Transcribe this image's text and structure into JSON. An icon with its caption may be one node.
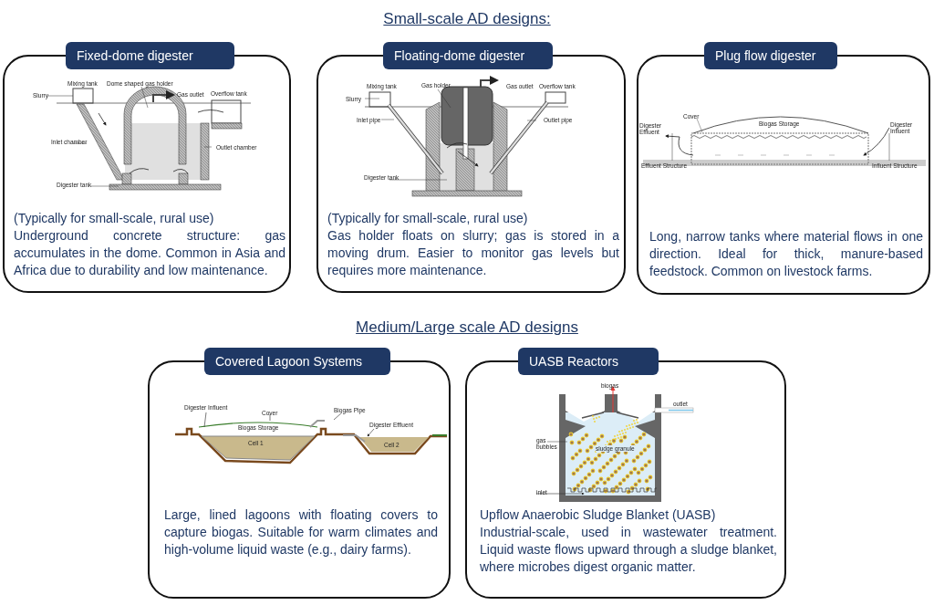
{
  "diagram": {
    "nodes": [
      {
        "text": [
          "Fixed-dome digester",
          "(Typically for small-scale, rural use)",
          "Underground concrete structure: gas accumulates in the dome. Common in Asia and Africa due to durability and low maintenance."
        ]
      },
      {
        "text": [
          "Floating-dome digester",
          "(Typically for small-scale, rural use)",
          "Gas holder floats on slurry; gas is stored in a moving drum. Easier to monitor gas levels but requires more maintenance."
        ]
      },
      {
        "text": [
          "Plug flow digester",
          "Long, narrow tanks where material flows in one direction. Ideal for thick, manure-based feedstock. Common on livestock farms."
        ]
      },
      {
        "text": [
          "Covered Lagoon Systems",
          "Large, lined lagoons with floating covers to capture biogas. Suitable for warm climates and high-volume liquid waste (e.g., dairy farms)."
        ]
      },
      {
        "text": [
          "UASB Reactors",
          "Upflow Anaerobic Sludge Blanket (UASB)",
          "Industrial-scale, used in wastewater treatment. Liquid waste flows upward through a sludge blanket, where microbes digest organic matter."
        ]
      }
    ],
    "labels": [
      "Small-scale AD designs:",
      "Mixing tank",
      "Dome shaped gas holder",
      "Slurry",
      "Gas outlet",
      "Overflow tank",
      "Inlet chamber",
      "Outlet chamber",
      "Digester tank",
      "Mixing tank",
      "Gas holder",
      "Gas outlet",
      "Overflow tank",
      "Slurry",
      "Inlet pipe",
      "Outlet pipe",
      "Digester tank",
      "Cover",
      "Biogas Storage",
      "Digester Effluent",
      "Digester Influent",
      "Effluent Structure",
      "Influent Structure",
      "Medium/Large scale AD designs",
      "Digester Influent",
      "Cover",
      "Biogas Pipe",
      "Biogas Storage",
      "Digester Effluent",
      "Cell 1",
      "Cell 2",
      "biogas",
      "outlet",
      "gas bubbles",
      "sludge granule",
      "inlet"
    ]
  }
}
